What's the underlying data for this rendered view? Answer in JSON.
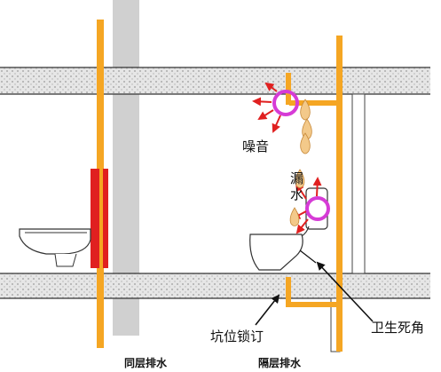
{
  "labels": {
    "noise": "噪音",
    "leak": "漏水",
    "pit_nail": "坑位锁订",
    "dead_corner": "卫生死角"
  },
  "captions": {
    "same_floor": "同层排水",
    "separate_floor": "隔层排水"
  },
  "colors": {
    "pipe": "#f5a623",
    "slab_fill": "#e6e6e6",
    "slab_line": "#333333",
    "column": "#cfcfcf",
    "highlight_ring": "#d63bd6",
    "red_arrow": "#e02020",
    "water_drop": "#f3c98a",
    "red_box": "#e02020"
  }
}
